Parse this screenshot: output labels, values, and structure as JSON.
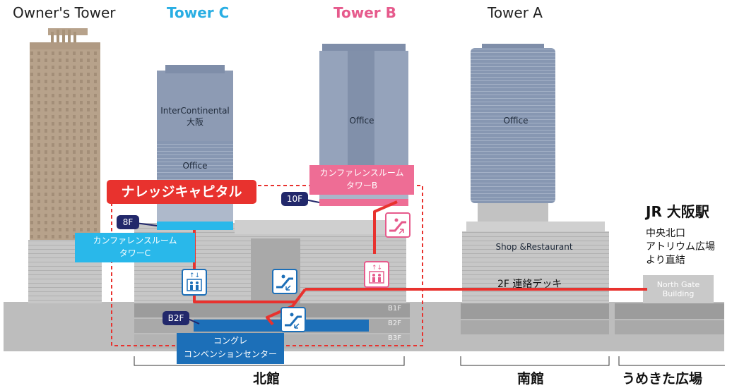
{
  "towers": {
    "owner": "Owner's Tower",
    "c": "Tower C",
    "b": "Tower B",
    "a": "Tower A"
  },
  "tower_c": {
    "hotel_line1": "InterContinental",
    "hotel_line2": "大阪",
    "office": "Office"
  },
  "tower_b": {
    "office": "Office"
  },
  "tower_a": {
    "office": "Office",
    "shop": "Shop &Restaurant"
  },
  "knowledge_capital": "ナレッジキャピタル",
  "floor_tags": {
    "f8": "8F",
    "f10": "10F",
    "b2": "B2F"
  },
  "conf_c": {
    "line1": "カンファレンスルーム",
    "line2": "タワーC"
  },
  "conf_b": {
    "line1": "カンファレンスルーム",
    "line2": "タワーB"
  },
  "congre": {
    "line1": "コングレ",
    "line2": "コンベンションセンター"
  },
  "basement_floors": {
    "b1": "B1F",
    "b2": "B2F",
    "b3": "B3F"
  },
  "deck_label": "2F 連絡デッキ",
  "jr": {
    "title": "JR 大阪駅",
    "line1": "中央北口",
    "line2": "アトリウム広場",
    "line3": "より直結"
  },
  "north_gate": {
    "line1": "North Gate",
    "line2": "Building"
  },
  "sections": {
    "north": "北館",
    "south": "南館",
    "umekita": "うめきた広場"
  },
  "colors": {
    "route": "#e8322e",
    "tower_c_accent": "#29aee3",
    "tower_b_accent": "#e65a8c",
    "congre_blue": "#1c6fb8",
    "floor_tag_navy": "#22286b",
    "tower_glass": "#8d9bb4",
    "owner_tower": "#b5a08a",
    "building_gray": "#c8c8c8",
    "basement_gray": "#9a9a9a"
  },
  "icons": [
    "elevator-icon",
    "escalator-icon"
  ]
}
